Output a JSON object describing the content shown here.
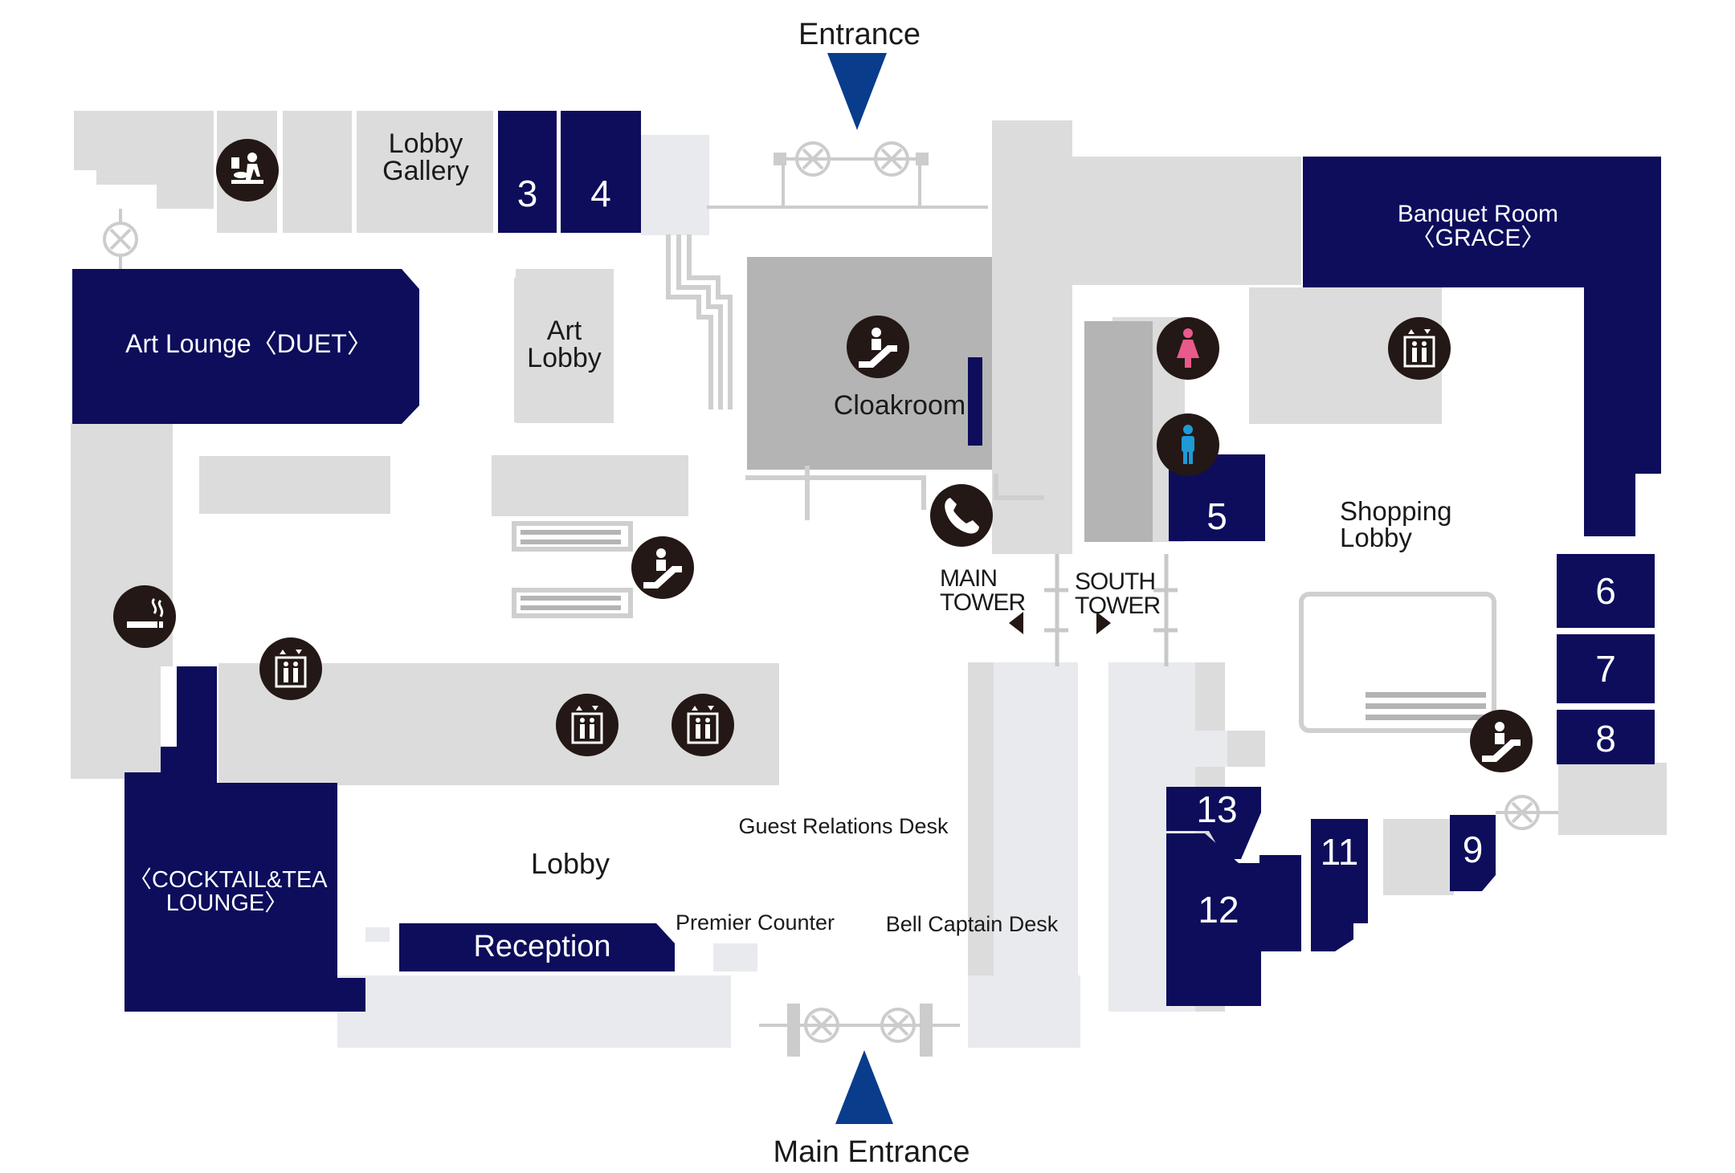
{
  "labels": {
    "entrance": "Entrance",
    "main_entrance": "Main Entrance",
    "lobby_gallery": "Lobby\nGallery",
    "art_lounge": "Art Lounge〈DUET〉",
    "art_lobby": "Art\nLobby",
    "cloakroom": "Cloakroom",
    "banquet_room": "Banquet Room\n〈GRACE〉",
    "shopping_lobby": "Shopping\nLobby",
    "main_tower": "MAIN\nTOWER",
    "south_tower": "SOUTH\nTOWER",
    "cocktail_lounge": "〈COCKTAIL&TEA\nLOUNGE〉",
    "lobby": "Lobby",
    "guest_relations": "Guest Relations Desk",
    "premier_counter": "Premier Counter",
    "bell_captain": "Bell Captain Desk",
    "reception": "Reception"
  },
  "rooms": {
    "r3": "3",
    "r4": "4",
    "r5": "5",
    "r6": "6",
    "r7": "7",
    "r8": "8",
    "r9": "9",
    "r11": "11",
    "r12": "12",
    "r13": "13"
  },
  "colors": {
    "room": "#0d0d5c",
    "corridor": "#dcdcdc",
    "light_area": "#e8eaee",
    "cloak_area": "#b4b4b4",
    "arrow": "#0a3c8c",
    "icon_bg": "#231815",
    "female": "#e85a8c",
    "male": "#1e9ad6"
  },
  "icons": [
    "baby-changing-icon",
    "escalator-icon",
    "smoking-area-icon",
    "elevator-icon",
    "telephone-icon",
    "female-restroom-icon",
    "male-restroom-icon"
  ]
}
